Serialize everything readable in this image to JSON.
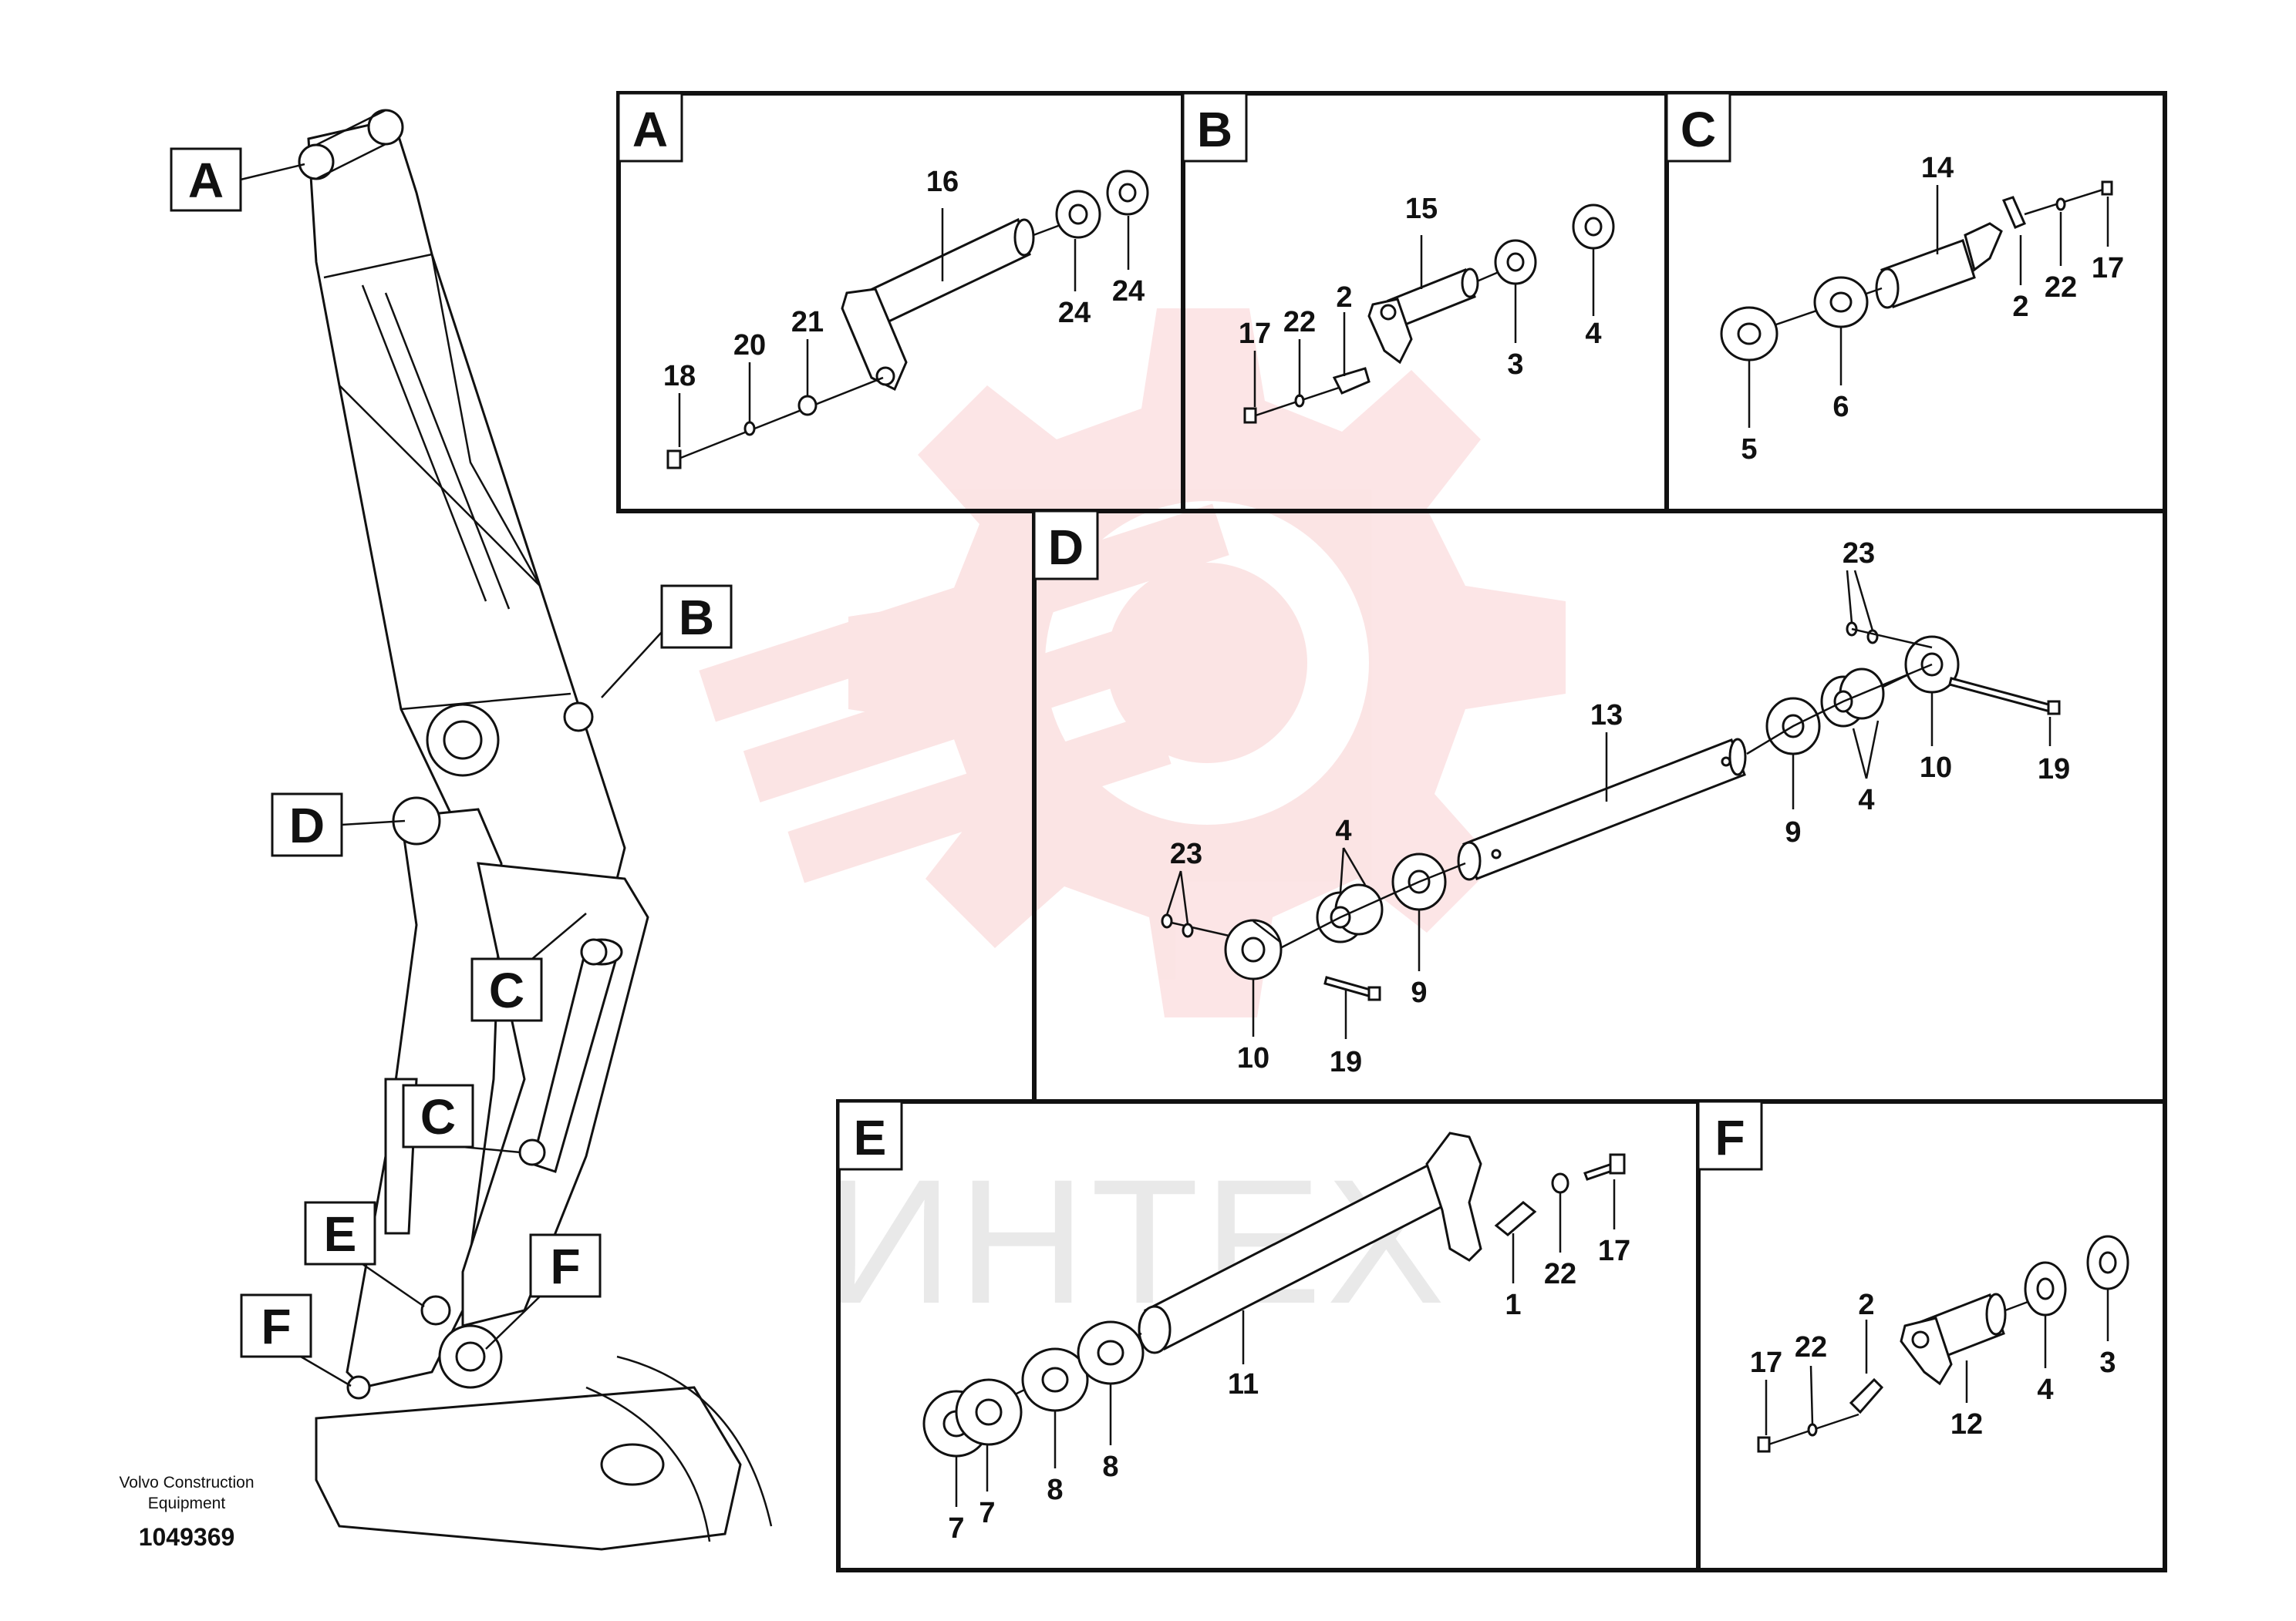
{
  "diagram": {
    "brand_line1": "Volvo Construction",
    "brand_line2": "Equipment",
    "doc_number": "1049369",
    "watermark_text": "ИНТЕХ",
    "colors": {
      "watermark": "#e8353a",
      "line": "#111111"
    }
  },
  "callouts": [
    "A",
    "B",
    "C",
    "D",
    "E",
    "F"
  ],
  "panels": {
    "A": {
      "letter": "A",
      "numbers": [
        "16",
        "24",
        "24",
        "18",
        "20",
        "21"
      ]
    },
    "B": {
      "letter": "B",
      "numbers": [
        "15",
        "17",
        "22",
        "2",
        "3",
        "4"
      ]
    },
    "C": {
      "letter": "C",
      "numbers": [
        "14",
        "2",
        "22",
        "17",
        "5",
        "6"
      ]
    },
    "D": {
      "letter": "D",
      "numbers": [
        "23",
        "13",
        "10",
        "19",
        "9",
        "4",
        "23",
        "4",
        "9",
        "10",
        "19"
      ]
    },
    "E": {
      "letter": "E",
      "numbers": [
        "17",
        "22",
        "1",
        "11",
        "8",
        "8",
        "7",
        "7"
      ]
    },
    "F": {
      "letter": "F",
      "numbers": [
        "2",
        "22",
        "17",
        "12",
        "4",
        "3"
      ]
    }
  }
}
